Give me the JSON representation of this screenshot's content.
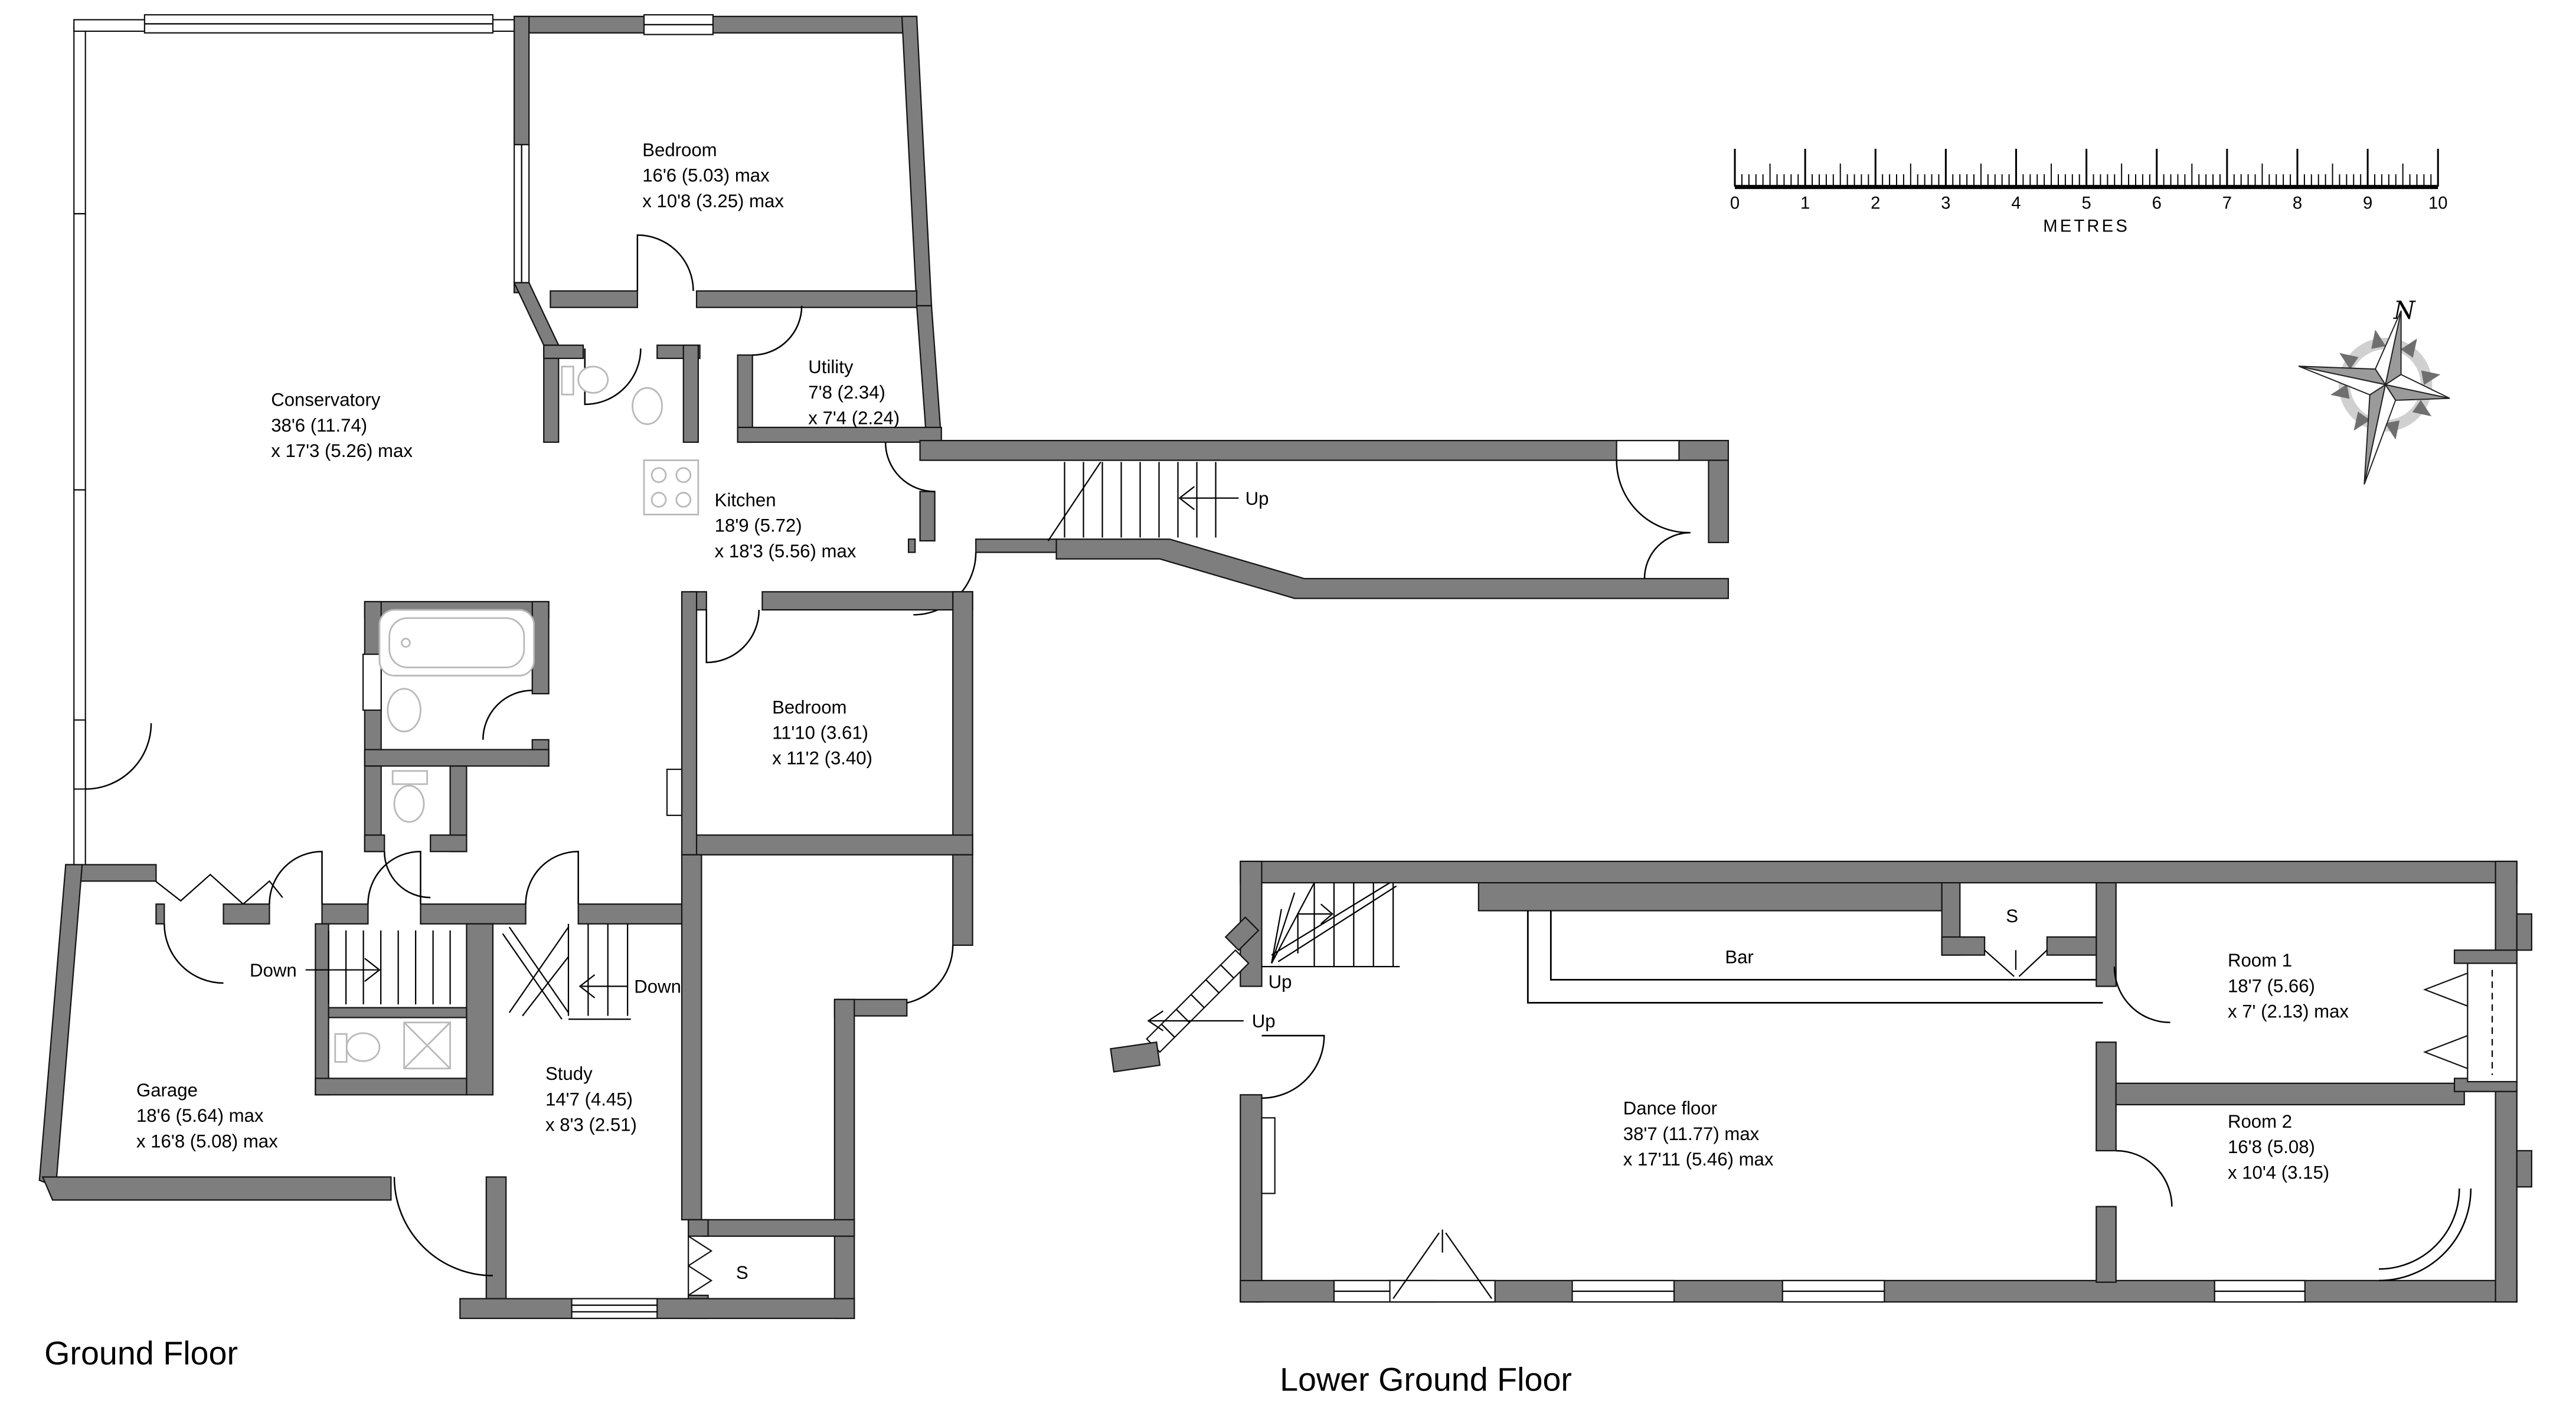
{
  "ground_floor": {
    "title": "Ground Floor",
    "rooms": {
      "conservatory": {
        "name": "Conservatory",
        "line2": "38'6 (11.74)",
        "line3": "x 17'3 (5.26) max"
      },
      "bedroom_top": {
        "name": "Bedroom",
        "line2": "16'6 (5.03) max",
        "line3": "x 10'8 (3.25) max"
      },
      "utility": {
        "name": "Utility",
        "line2": "7'8 (2.34)",
        "line3": "x 7'4 (2.24)"
      },
      "kitchen": {
        "name": "Kitchen",
        "line2": "18'9 (5.72)",
        "line3": "x 18'3 (5.56) max"
      },
      "bedroom_mid": {
        "name": "Bedroom",
        "line2": "11'10 (3.61)",
        "line3": "x 11'2 (3.40)"
      },
      "garage": {
        "name": "Garage",
        "line2": "18'6 (5.64) max",
        "line3": "x 16'8 (5.08) max"
      },
      "study": {
        "name": "Study",
        "line2": "14'7 (4.45)",
        "line3": "x 8'3 (2.51)"
      }
    },
    "labels": {
      "up": "Up",
      "down_hall": "Down",
      "down_garage": "Down",
      "storage": "S"
    }
  },
  "lower_ground_floor": {
    "title": "Lower Ground Floor",
    "rooms": {
      "dance_floor": {
        "name": "Dance floor",
        "line2": "38'7 (11.77) max",
        "line3": "x 17'11 (5.46) max"
      },
      "bar": {
        "name": "Bar"
      },
      "room1": {
        "name": "Room 1",
        "line2": "18'7 (5.66)",
        "line3": "x 7' (2.13) max"
      },
      "room2": {
        "name": "Room 2",
        "line2": "16'8 (5.08)",
        "line3": "x 10'4 (3.15)"
      }
    },
    "labels": {
      "up_inner": "Up",
      "up_outer": "Up",
      "storage": "S"
    }
  },
  "scale_bar": {
    "unit_label": "METRES",
    "ticks": [
      "0",
      "1",
      "2",
      "3",
      "4",
      "5",
      "6",
      "7",
      "8",
      "9",
      "10"
    ]
  },
  "compass": {
    "north_label": "N"
  },
  "colors": {
    "wall": "#7e7e7e",
    "outline": "#141414",
    "fixture": "#b9b9b9",
    "text": "#000000",
    "background": "#ffffff"
  }
}
